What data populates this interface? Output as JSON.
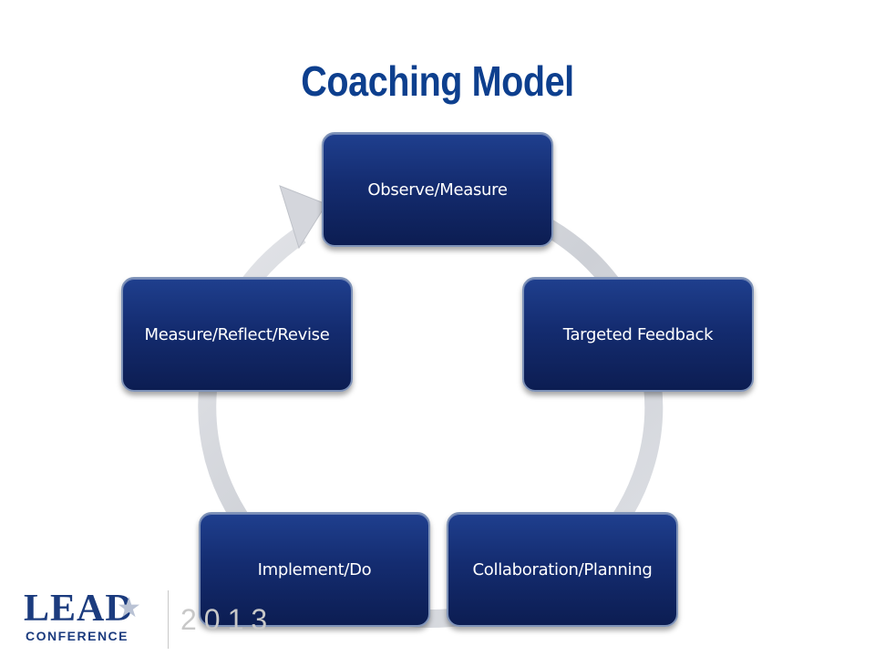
{
  "slide": {
    "title": "Coaching Model"
  },
  "cycle": {
    "nodes": [
      {
        "label": "Observe/Measure"
      },
      {
        "label": "Targeted Feedback"
      },
      {
        "label": "Collaboration/Planning"
      },
      {
        "label": "Implement/Do"
      },
      {
        "label": "Measure/Reflect/Revise"
      }
    ]
  },
  "logo": {
    "name": "LEAD",
    "subtitle": "CONFERENCE",
    "year": "2013"
  },
  "colors": {
    "title": "#0d3f8e",
    "node_fill": "#142c70",
    "node_border": "#7f93b8",
    "ring": "#d6d8de"
  }
}
